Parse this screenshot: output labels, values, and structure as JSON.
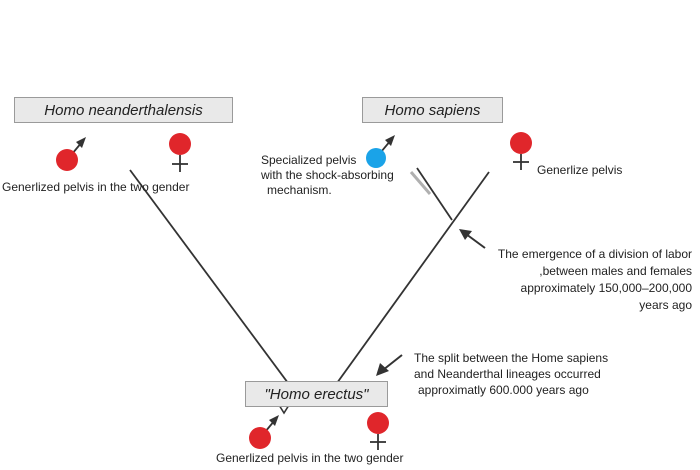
{
  "species": {
    "neanderthal": "Homo neanderthalensis",
    "sapiens": "Homo sapiens",
    "erectus": "\"Homo erectus\""
  },
  "pelvis_notes": {
    "neanderthal": "Generlized pelvis in the two gender",
    "sapiens_male": [
      "Specialized pelvis",
      "with the shock-absorbing",
      "mechanism."
    ],
    "sapiens_female": "Generlize pelvis",
    "erectus": "Generlized pelvis in the two gender"
  },
  "annotations": {
    "division_of_labor": [
      "The emergence of a division of labor",
      ",between males and females",
      "approximately 150,000–200,000",
      "years ago"
    ],
    "lineage_split": [
      "The split between the Home sapiens",
      "and Neanderthal lineages occurred",
      "approximatly 600.000 years ago"
    ]
  },
  "icons": {
    "male": "male-symbol-icon",
    "female": "female-symbol-icon",
    "arrow": "arrow-pointer-icon"
  },
  "colors": {
    "symbol_red": "#e0262b",
    "specialized_blue": "#1aa3e8",
    "box_fill": "#e9e9e9",
    "line": "#333333"
  }
}
